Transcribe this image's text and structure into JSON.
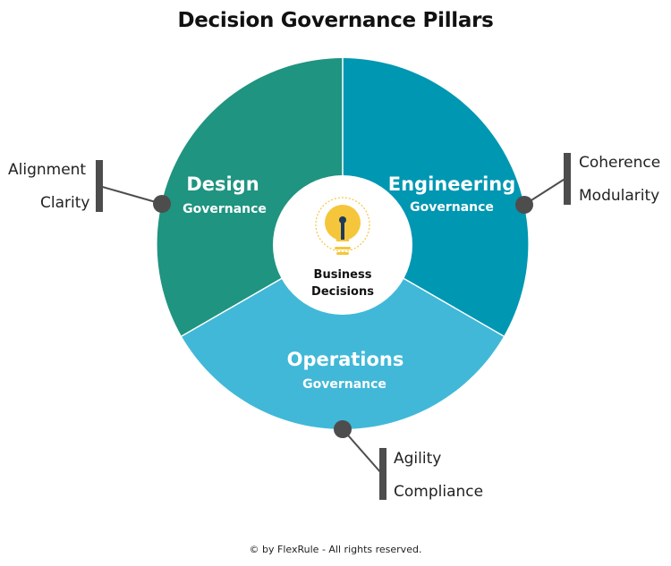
{
  "title": "Decision Governance Pillars",
  "center": {
    "line1": "Business",
    "line2": "Decisions",
    "icon": "lightbulb-icon"
  },
  "segments": {
    "design": {
      "title": "Design",
      "subtitle": "Governance",
      "color": "#1f9480"
    },
    "engineering": {
      "title": "Engineering",
      "subtitle": "Governance",
      "color": "#0097b2"
    },
    "operations": {
      "title": "Operations",
      "subtitle": "Governance",
      "color": "#41b8d8"
    }
  },
  "callouts": {
    "design": [
      "Alignment",
      "Clarity"
    ],
    "engineering": [
      "Coherence",
      "Modularity"
    ],
    "operations": [
      "Agility",
      "Compliance"
    ]
  },
  "colors": {
    "connector": "#4d4d4d",
    "bulb": "#f5c63c",
    "bulb_stem": "#1f3a5a"
  },
  "footer": "© by FlexRule - All rights reserved."
}
